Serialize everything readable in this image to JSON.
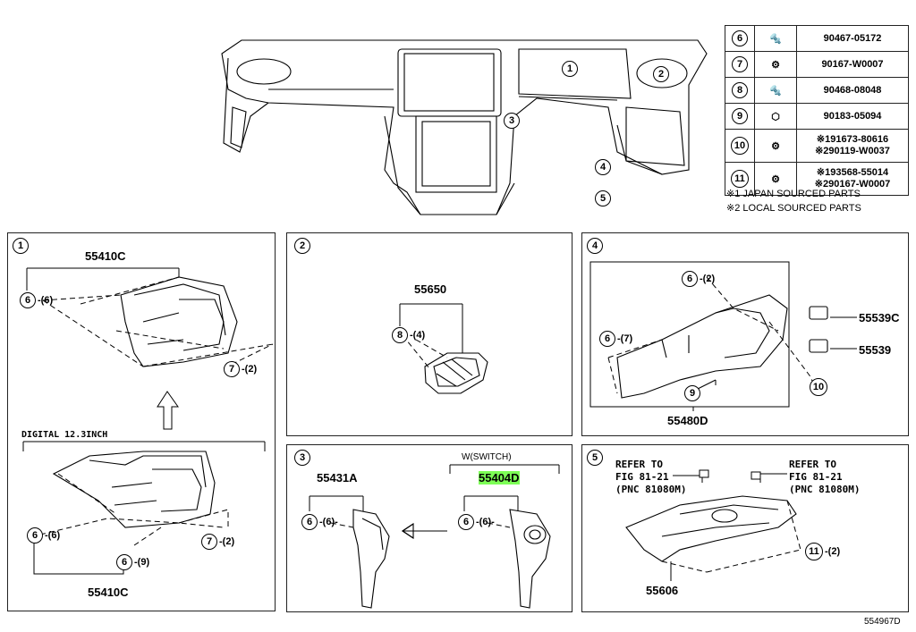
{
  "figure_code": "554967D",
  "overview_callouts": [
    "1",
    "2",
    "3",
    "4",
    "5"
  ],
  "parts_table": [
    {
      "ref": "6",
      "icon": "clip-icon",
      "number": "90467-05172",
      "number2": ""
    },
    {
      "ref": "7",
      "icon": "screw-icon",
      "number": "90167-W0007",
      "number2": ""
    },
    {
      "ref": "8",
      "icon": "clip-icon",
      "number": "90468-08048",
      "number2": ""
    },
    {
      "ref": "9",
      "icon": "nut-clip-icon",
      "number": "90183-05094",
      "number2": ""
    },
    {
      "ref": "10",
      "icon": "screw-icon",
      "number": "※191673-80616",
      "number2": "※290119-W0037"
    },
    {
      "ref": "11",
      "icon": "screw-icon",
      "number": "※193568-55014",
      "number2": "※290167-W0007"
    }
  ],
  "notes": [
    "※1 JAPAN SOURCED PARTS",
    "※2 LOCAL SOURCED PARTS"
  ],
  "panel1": {
    "num": "1",
    "top_part": "55410C",
    "bottom_part": "55410C",
    "variant_label": "DIGITAL 12.3INCH",
    "ref6a": "6",
    "qty6a": "-(6)",
    "ref7a": "7",
    "qty7a": "-(2)",
    "ref6b": "6",
    "qty6b": "-(6)",
    "ref7b": "7",
    "qty7b": "-(2)",
    "ref6c": "6",
    "qty6c": "-(9)"
  },
  "panel2": {
    "num": "2",
    "part": "55650",
    "ref8": "8",
    "qty8": "-(4)"
  },
  "panel3": {
    "num": "3",
    "part_left": "55431A",
    "variant_label": "W(SWITCH)",
    "part_right": "55404D",
    "ref6a": "6",
    "qty6a": "-(6)-",
    "ref6b": "6",
    "qty6b": "-(6)-"
  },
  "panel4": {
    "num": "4",
    "part": "55480D",
    "part_c": "55539C",
    "part_d": "55539",
    "ref6a": "6",
    "qty6a": "-(2)",
    "ref6b": "6",
    "qty6b": "-(7)",
    "ref9": "9",
    "ref10": "10"
  },
  "panel5": {
    "num": "5",
    "refer_left": [
      "REFER TO",
      "FIG 81-21",
      "(PNC 81080M)"
    ],
    "refer_right": [
      "REFER TO",
      "FIG 81-21",
      "(PNC 81080M)"
    ],
    "part": "55606",
    "ref11": "11",
    "qty11": "-(2)"
  }
}
